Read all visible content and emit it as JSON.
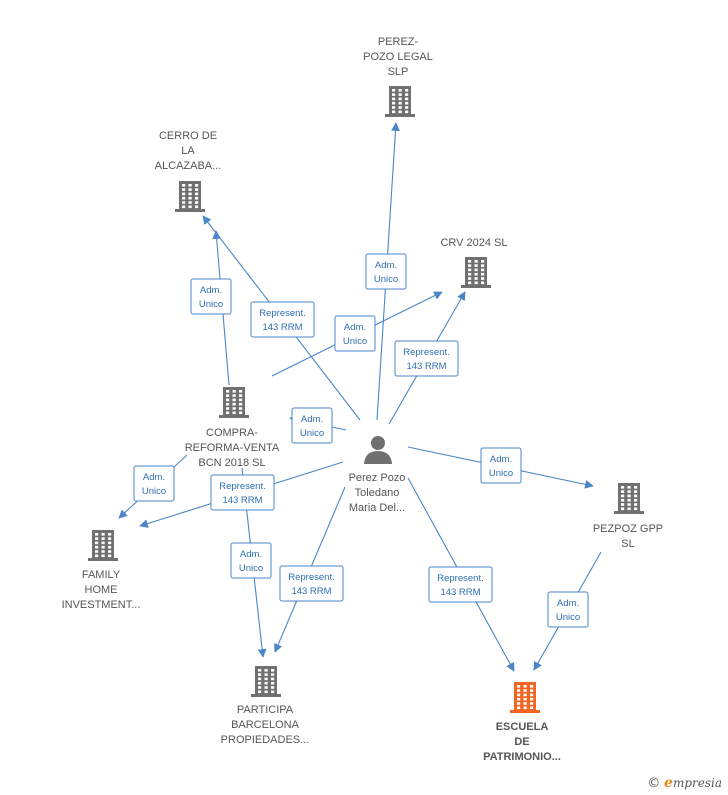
{
  "nodes": [
    {
      "id": "perez_pozo_legal",
      "lines": [
        "PEREZ-",
        "POZO LEGAL",
        "SLP"
      ],
      "type": "company",
      "color": "#707070"
    },
    {
      "id": "cerro_alcazaba",
      "lines": [
        "CERRO DE",
        "LA",
        "ALCAZABA..."
      ],
      "type": "company",
      "color": "#707070"
    },
    {
      "id": "crv_2024",
      "lines": [
        "CRV 2024  SL"
      ],
      "type": "company",
      "color": "#707070"
    },
    {
      "id": "compra_reforma",
      "lines": [
        "COMPRA-",
        "REFORMA-VENTA",
        "BCN 2018  SL"
      ],
      "type": "company",
      "color": "#707070"
    },
    {
      "id": "person",
      "lines": [
        "Perez Pozo",
        "Toledano",
        "Maria Del..."
      ],
      "type": "person",
      "color": "#707070"
    },
    {
      "id": "pezpoz",
      "lines": [
        "PEZPOZ GPP",
        "SL"
      ],
      "type": "company",
      "color": "#707070"
    },
    {
      "id": "family_home",
      "lines": [
        "FAMILY",
        "HOME",
        "INVESTMENT..."
      ],
      "type": "company",
      "color": "#707070"
    },
    {
      "id": "participa",
      "lines": [
        "PARTICIPA",
        "BARCELONA",
        "PROPIEDADES..."
      ],
      "type": "company",
      "color": "#707070"
    },
    {
      "id": "escuela",
      "lines": [
        "ESCUELA",
        "DE",
        "PATRIMONIO..."
      ],
      "type": "company",
      "color": "#f26522",
      "focus": true
    }
  ],
  "edges": [
    {
      "label": [
        "Adm.",
        "Unico"
      ]
    },
    {
      "label": [
        "Adm.",
        "Unico"
      ]
    },
    {
      "label": [
        "Represent.",
        "143 RRM"
      ]
    },
    {
      "label": [
        "Adm.",
        "Unico"
      ]
    },
    {
      "label": [
        "Represent.",
        "143 RRM"
      ]
    },
    {
      "label": [
        "Adm.",
        "Unico"
      ]
    },
    {
      "label": [
        "Adm.",
        "Unico"
      ]
    },
    {
      "label": [
        "Represent.",
        "143 RRM"
      ]
    },
    {
      "label": [
        "Adm.",
        "Unico"
      ]
    },
    {
      "label": [
        "Represent.",
        "143 RRM"
      ]
    },
    {
      "label": [
        "Represent.",
        "143 RRM"
      ]
    },
    {
      "label": [
        "Adm.",
        "Unico"
      ]
    },
    {
      "label": [
        "Adm.",
        "Unico"
      ]
    }
  ],
  "footer": {
    "copyright_symbol": "©",
    "brand_initial": "e",
    "brand_rest": "mpresia"
  }
}
